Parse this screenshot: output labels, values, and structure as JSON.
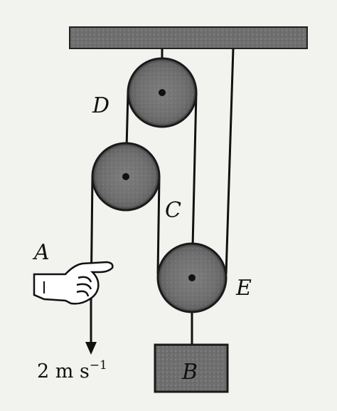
{
  "labels": {
    "pulley_d": "D",
    "pulley_c": "C",
    "pulley_e": "E",
    "block_b": "B",
    "point_a": "A",
    "speed_value": "2 m s",
    "speed_exponent": "−1"
  },
  "colors": {
    "ceiling": "#6b6b6b",
    "pulley_fill": "#6e6e6e",
    "block_fill": "#6a6a6a",
    "rope": "#111111",
    "background": "#f2f2ef"
  },
  "icons": {
    "hand": "hand-pulling-icon",
    "arrow": "down-arrow-icon"
  }
}
